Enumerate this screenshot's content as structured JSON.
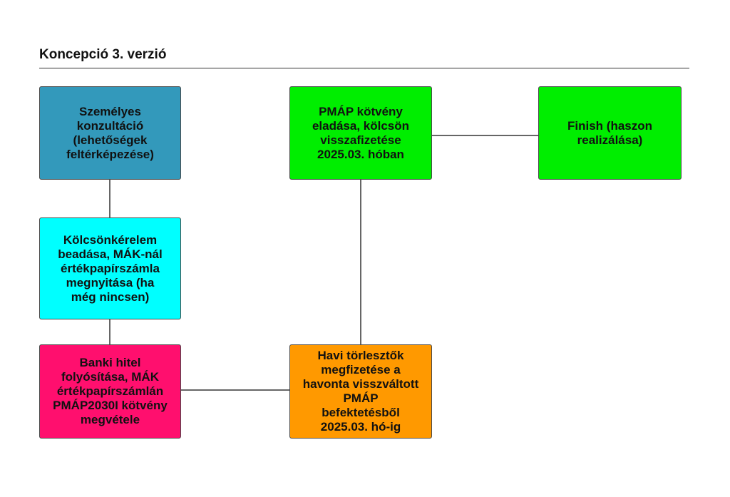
{
  "page": {
    "title": "Koncepció 3. verzió"
  },
  "nodes": [
    {
      "id": "n1",
      "label": "Személyes\nkonzultáció\n(lehetőségek\nfeltérképezése)",
      "color": "#3399bb"
    },
    {
      "id": "n2",
      "label": "Kölcsönkérelem\nbeadása, MÁK-nál\nértékpapírszámla\nmegnyitása (ha\nmég nincsen)",
      "color": "#00ffff"
    },
    {
      "id": "n3",
      "label": "Banki hitel\nfolyósítása, MÁK\nértékpapírszámlán\nPMÁP2030I kötvény\nmegvétele",
      "color": "#ff0f6e"
    },
    {
      "id": "n4",
      "label": "PMÁP kötvény\neladása, kölcsön\nvisszafizetése\n2025.03. hóban",
      "color": "#00ee00"
    },
    {
      "id": "n5",
      "label": "Finish (haszon\nrealizálása)",
      "color": "#00ee00"
    },
    {
      "id": "n6",
      "label": "Havi törlesztők\nmegfizetése a\nhavonta visszváltott\nPMÁP\nbefektetésből\n2025.03. hó-ig",
      "color": "#ff9900"
    }
  ],
  "edges": [
    {
      "from": "n1",
      "to": "n2"
    },
    {
      "from": "n2",
      "to": "n3"
    },
    {
      "from": "n3",
      "to": "n6"
    },
    {
      "from": "n6",
      "to": "n4"
    },
    {
      "from": "n4",
      "to": "n5"
    }
  ],
  "colors": {
    "line": "#333333",
    "node_border": "#4a4a4a",
    "text": "#111111"
  }
}
